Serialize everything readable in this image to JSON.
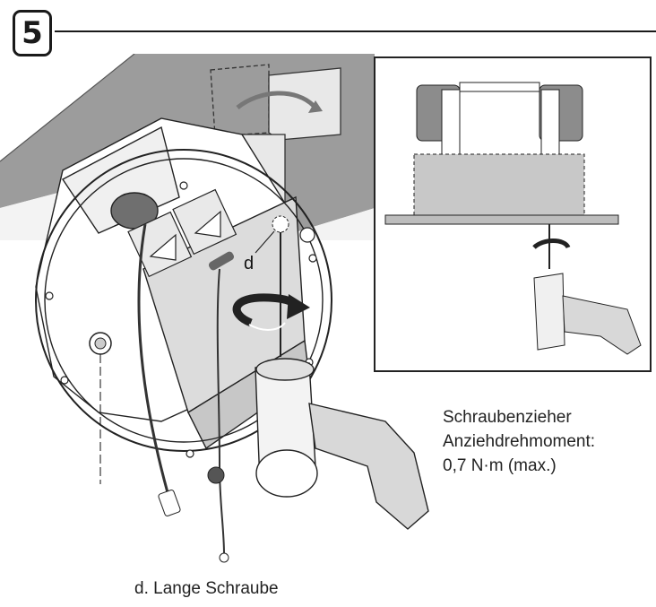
{
  "step": {
    "number": "5"
  },
  "callout": {
    "letter": "d"
  },
  "spec": {
    "line1": "Schraubenzieher",
    "line2": "Anziehdrehmoment:",
    "line3": "0,7 N·m (max.)"
  },
  "caption": {
    "key": "d.",
    "text": "Lange Schraube"
  },
  "icons": [
    "rotation-arrow-icon",
    "screwdriver-icon",
    "screw-icon"
  ]
}
